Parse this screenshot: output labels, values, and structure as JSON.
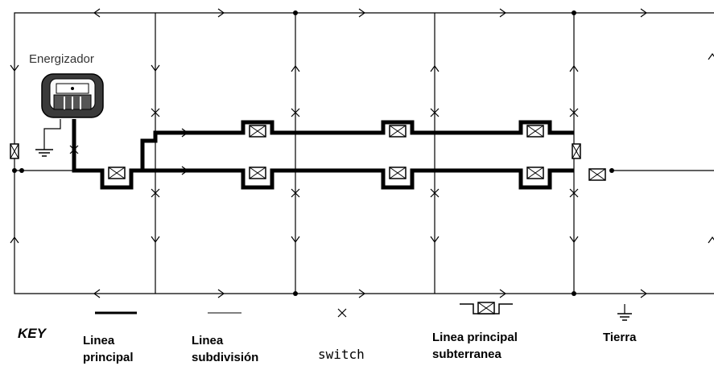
{
  "energizer": {
    "label": "Energizador"
  },
  "key": {
    "title": "KEY",
    "items": [
      {
        "lines": [
          "Linea",
          "principal"
        ]
      },
      {
        "lines": [
          "Linea",
          "subdivisión"
        ]
      },
      {
        "lines": [
          "switch"
        ]
      },
      {
        "lines": [
          "Linea principal",
          "subterranea"
        ]
      },
      {
        "lines": [
          "Tierra"
        ]
      }
    ]
  }
}
